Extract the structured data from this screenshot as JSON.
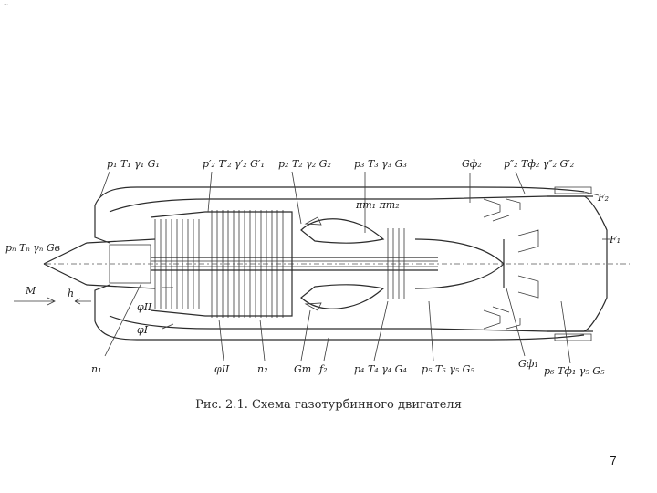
{
  "corner_mark": "~",
  "caption": "Рис. 2.1. Схема газотурбинного двигателя",
  "page_number": "7",
  "labels": {
    "pH_TH_gH_GB": "pₙ Tₙ γₙ Gв",
    "M": "M",
    "h": "h",
    "p1_T1_g1_G1": "p₁ T₁ γ₁ G₁",
    "p2p_T2p_g2p_G1p": "p′₂ T′₂ γ′₂ G′₁",
    "p2_T2_g2_G2": "p₂ T₂ γ₂ G₂",
    "p3_T3_g3_G3": "p₃ T₃ γ₃ G₃",
    "pi_t1_pi_t2": "πт₁ πт₂",
    "G_f2": "Gф₂",
    "p2pp_Tf2_g2pp_G2p": "p″₂ Tф₂ γ″₂ G′₂",
    "F2": "F₂",
    "F1": "F₁",
    "phi_II_top": "φII",
    "phi_I": "φI",
    "n1": "n₁",
    "phi_II_bottom": "φII",
    "n2": "n₂",
    "G_T": "Gт",
    "f2": "f₂",
    "p4_T4_g4_G4": "p₄ T₄ γ₄ G₄",
    "p5_T5_g5_G5": "p₅ T₅ γ₅ G₅",
    "G_f1": "Gф₁",
    "p6_Tf1_g5_G5": "p₆ Tф₁ γ₅ G₅"
  }
}
